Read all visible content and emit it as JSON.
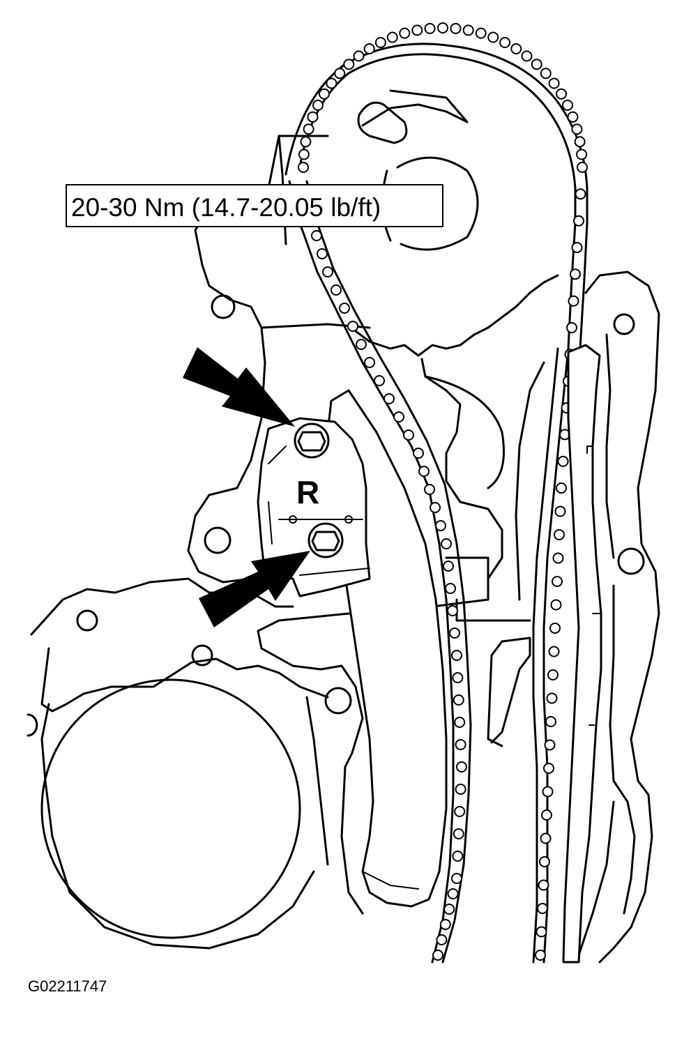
{
  "callout": {
    "text": "20-30 Nm (14.7-20.05 lb/ft)"
  },
  "figure": {
    "id": "G02211747"
  },
  "guide": {
    "mark": "R"
  },
  "colors": {
    "line": "#000000",
    "background": "#ffffff"
  },
  "icons": {
    "pointer": "black-arrow-icon"
  }
}
